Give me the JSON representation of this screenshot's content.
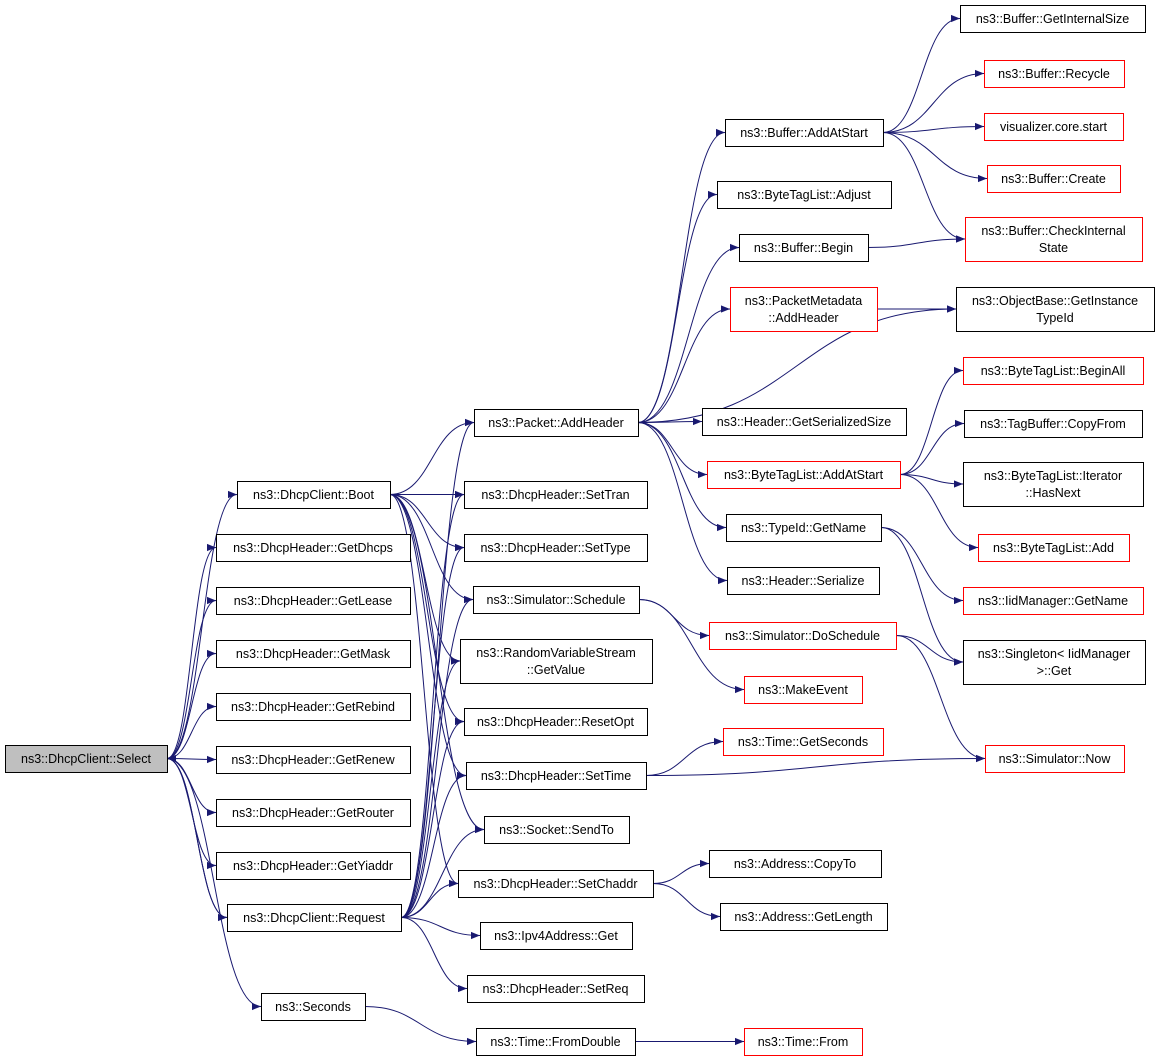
{
  "colors": {
    "edge": "#191970",
    "border_normal": "#000000",
    "border_truncated": "#ff0000",
    "root_fill": "#bfbfbf",
    "node_fill": "#ffffff"
  },
  "nodes": [
    {
      "id": "select",
      "lines": [
        "ns3::DhcpClient::Select"
      ],
      "style": "root"
    },
    {
      "id": "boot",
      "lines": [
        "ns3::DhcpClient::Boot"
      ],
      "style": "normal"
    },
    {
      "id": "getdhcps",
      "lines": [
        "ns3::DhcpHeader::GetDhcps"
      ],
      "style": "normal"
    },
    {
      "id": "getlease",
      "lines": [
        "ns3::DhcpHeader::GetLease"
      ],
      "style": "normal"
    },
    {
      "id": "getmask",
      "lines": [
        "ns3::DhcpHeader::GetMask"
      ],
      "style": "normal"
    },
    {
      "id": "getrebind",
      "lines": [
        "ns3::DhcpHeader::GetRebind"
      ],
      "style": "normal"
    },
    {
      "id": "getrenew",
      "lines": [
        "ns3::DhcpHeader::GetRenew"
      ],
      "style": "normal"
    },
    {
      "id": "getrouter",
      "lines": [
        "ns3::DhcpHeader::GetRouter"
      ],
      "style": "normal"
    },
    {
      "id": "getyiaddr",
      "lines": [
        "ns3::DhcpHeader::GetYiaddr"
      ],
      "style": "normal"
    },
    {
      "id": "request",
      "lines": [
        "ns3::DhcpClient::Request"
      ],
      "style": "normal"
    },
    {
      "id": "seconds",
      "lines": [
        "ns3::Seconds"
      ],
      "style": "normal"
    },
    {
      "id": "addheader",
      "lines": [
        "ns3::Packet::AddHeader"
      ],
      "style": "normal"
    },
    {
      "id": "settran",
      "lines": [
        "ns3::DhcpHeader::SetTran"
      ],
      "style": "normal"
    },
    {
      "id": "settype",
      "lines": [
        "ns3::DhcpHeader::SetType"
      ],
      "style": "normal"
    },
    {
      "id": "schedule",
      "lines": [
        "ns3::Simulator::Schedule"
      ],
      "style": "normal"
    },
    {
      "id": "rvsget",
      "lines": [
        "ns3::RandomVariableStream",
        "::GetValue"
      ],
      "style": "normal"
    },
    {
      "id": "resetopt",
      "lines": [
        "ns3::DhcpHeader::ResetOpt"
      ],
      "style": "normal"
    },
    {
      "id": "settime",
      "lines": [
        "ns3::DhcpHeader::SetTime"
      ],
      "style": "normal"
    },
    {
      "id": "sendto",
      "lines": [
        "ns3::Socket::SendTo"
      ],
      "style": "normal"
    },
    {
      "id": "setchaddr",
      "lines": [
        "ns3::DhcpHeader::SetChaddr"
      ],
      "style": "normal"
    },
    {
      "id": "ipv4get",
      "lines": [
        "ns3::Ipv4Address::Get"
      ],
      "style": "normal"
    },
    {
      "id": "setreq",
      "lines": [
        "ns3::DhcpHeader::SetReq"
      ],
      "style": "normal"
    },
    {
      "id": "fromdouble",
      "lines": [
        "ns3::Time::FromDouble"
      ],
      "style": "normal"
    },
    {
      "id": "addatstart",
      "lines": [
        "ns3::Buffer::AddAtStart"
      ],
      "style": "normal"
    },
    {
      "id": "btladjust",
      "lines": [
        "ns3::ByteTagList::Adjust"
      ],
      "style": "normal"
    },
    {
      "id": "bufbegin",
      "lines": [
        "ns3::Buffer::Begin"
      ],
      "style": "normal"
    },
    {
      "id": "pmaddheader",
      "lines": [
        "ns3::PacketMetadata",
        "::AddHeader"
      ],
      "style": "truncated"
    },
    {
      "id": "getserialsize",
      "lines": [
        "ns3::Header::GetSerializedSize"
      ],
      "style": "normal"
    },
    {
      "id": "btladdatstart",
      "lines": [
        "ns3::ByteTagList::AddAtStart"
      ],
      "style": "truncated"
    },
    {
      "id": "typeidname",
      "lines": [
        "ns3::TypeId::GetName"
      ],
      "style": "normal"
    },
    {
      "id": "hdrserialize",
      "lines": [
        "ns3::Header::Serialize"
      ],
      "style": "normal"
    },
    {
      "id": "doschedule",
      "lines": [
        "ns3::Simulator::DoSchedule"
      ],
      "style": "truncated"
    },
    {
      "id": "makeevent",
      "lines": [
        "ns3::MakeEvent"
      ],
      "style": "truncated"
    },
    {
      "id": "getseconds",
      "lines": [
        "ns3::Time::GetSeconds"
      ],
      "style": "truncated"
    },
    {
      "id": "copyto",
      "lines": [
        "ns3::Address::CopyTo"
      ],
      "style": "normal"
    },
    {
      "id": "getlength",
      "lines": [
        "ns3::Address::GetLength"
      ],
      "style": "normal"
    },
    {
      "id": "timefrom",
      "lines": [
        "ns3::Time::From"
      ],
      "style": "truncated"
    },
    {
      "id": "getinternalsize",
      "lines": [
        "ns3::Buffer::GetInternalSize"
      ],
      "style": "normal"
    },
    {
      "id": "recycle",
      "lines": [
        "ns3::Buffer::Recycle"
      ],
      "style": "truncated"
    },
    {
      "id": "vizstart",
      "lines": [
        "visualizer.core.start"
      ],
      "style": "truncated"
    },
    {
      "id": "bufcreate",
      "lines": [
        "ns3::Buffer::Create"
      ],
      "style": "truncated"
    },
    {
      "id": "checkinternal",
      "lines": [
        "ns3::Buffer::CheckInternal",
        "State"
      ],
      "style": "truncated"
    },
    {
      "id": "getinstancetypeid",
      "lines": [
        "ns3::ObjectBase::GetInstance",
        "TypeId"
      ],
      "style": "normal"
    },
    {
      "id": "beginall",
      "lines": [
        "ns3::ByteTagList::BeginAll"
      ],
      "style": "truncated"
    },
    {
      "id": "copyfrom",
      "lines": [
        "ns3::TagBuffer::CopyFrom"
      ],
      "style": "normal"
    },
    {
      "id": "iterhasnext",
      "lines": [
        "ns3::ByteTagList::Iterator",
        "::HasNext"
      ],
      "style": "normal"
    },
    {
      "id": "btladd",
      "lines": [
        "ns3::ByteTagList::Add"
      ],
      "style": "truncated"
    },
    {
      "id": "iidgetname",
      "lines": [
        "ns3::IidManager::GetName"
      ],
      "style": "truncated"
    },
    {
      "id": "singletonget",
      "lines": [
        "ns3::Singleton< IidManager",
        " >::Get"
      ],
      "style": "normal"
    },
    {
      "id": "simnow",
      "lines": [
        "ns3::Simulator::Now"
      ],
      "style": "truncated"
    }
  ],
  "edges": [
    [
      "select",
      "boot"
    ],
    [
      "select",
      "getdhcps"
    ],
    [
      "select",
      "getlease"
    ],
    [
      "select",
      "getmask"
    ],
    [
      "select",
      "getrebind"
    ],
    [
      "select",
      "getrenew"
    ],
    [
      "select",
      "getrouter"
    ],
    [
      "select",
      "getyiaddr"
    ],
    [
      "select",
      "request"
    ],
    [
      "select",
      "seconds"
    ],
    [
      "boot",
      "addheader"
    ],
    [
      "boot",
      "settran"
    ],
    [
      "boot",
      "settype"
    ],
    [
      "boot",
      "schedule"
    ],
    [
      "boot",
      "rvsget"
    ],
    [
      "boot",
      "resetopt"
    ],
    [
      "boot",
      "settime"
    ],
    [
      "boot",
      "sendto"
    ],
    [
      "boot",
      "setchaddr"
    ],
    [
      "request",
      "select"
    ],
    [
      "request",
      "addheader"
    ],
    [
      "request",
      "settran"
    ],
    [
      "request",
      "settype"
    ],
    [
      "request",
      "schedule"
    ],
    [
      "request",
      "rvsget"
    ],
    [
      "request",
      "resetopt"
    ],
    [
      "request",
      "settime"
    ],
    [
      "request",
      "sendto"
    ],
    [
      "request",
      "setchaddr"
    ],
    [
      "request",
      "ipv4get"
    ],
    [
      "request",
      "setreq"
    ],
    [
      "seconds",
      "fromdouble"
    ],
    [
      "fromdouble",
      "timefrom"
    ],
    [
      "addheader",
      "addatstart"
    ],
    [
      "addheader",
      "btladjust"
    ],
    [
      "addheader",
      "bufbegin"
    ],
    [
      "addheader",
      "pmaddheader"
    ],
    [
      "addheader",
      "getinstancetypeid"
    ],
    [
      "addheader",
      "getserialsize"
    ],
    [
      "addheader",
      "btladdatstart"
    ],
    [
      "addheader",
      "typeidname"
    ],
    [
      "addheader",
      "hdrserialize"
    ],
    [
      "addatstart",
      "getinternalsize"
    ],
    [
      "addatstart",
      "recycle"
    ],
    [
      "addatstart",
      "vizstart"
    ],
    [
      "addatstart",
      "bufcreate"
    ],
    [
      "addatstart",
      "checkinternal"
    ],
    [
      "bufbegin",
      "checkinternal"
    ],
    [
      "pmaddheader",
      "getinstancetypeid"
    ],
    [
      "btladdatstart",
      "beginall"
    ],
    [
      "btladdatstart",
      "copyfrom"
    ],
    [
      "btladdatstart",
      "iterhasnext"
    ],
    [
      "btladdatstart",
      "btladd"
    ],
    [
      "typeidname",
      "iidgetname"
    ],
    [
      "typeidname",
      "singletonget"
    ],
    [
      "schedule",
      "doschedule"
    ],
    [
      "schedule",
      "makeevent"
    ],
    [
      "doschedule",
      "singletonget"
    ],
    [
      "doschedule",
      "simnow"
    ],
    [
      "settime",
      "getseconds"
    ],
    [
      "settime",
      "simnow"
    ],
    [
      "setchaddr",
      "copyto"
    ],
    [
      "setchaddr",
      "getlength"
    ]
  ]
}
